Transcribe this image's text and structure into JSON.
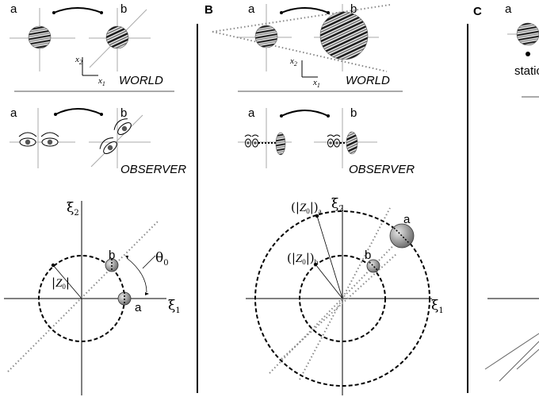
{
  "panels": {
    "A": {
      "label": "",
      "top": {
        "stim_a": "a",
        "stim_b": "b",
        "axis_x1": "x",
        "axis_x1_sub": "1",
        "axis_x2": "x",
        "axis_x2_sub": "2",
        "caption": "WORLD"
      },
      "mid": {
        "stim_a": "a",
        "stim_b": "b",
        "caption": "OBSERVER"
      },
      "plot": {
        "xi1": "ξ",
        "xi1_sub": "1",
        "xi2": "ξ",
        "xi2_sub": "2",
        "pt_a": "a",
        "pt_b": "b",
        "theta": "θ",
        "theta_sub": "0",
        "z_bar": "|",
        "z_letter": "Z",
        "z_sub": "0",
        "z_bar_end": "|"
      }
    },
    "B": {
      "label": "B",
      "top": {
        "stim_a": "a",
        "stim_b": "b",
        "axis_x1": "x",
        "axis_x1_sub": "1",
        "axis_x2": "x",
        "axis_x2_sub": "2",
        "caption": "WORLD"
      },
      "mid": {
        "stim_a": "a",
        "stim_b": "b",
        "caption": "OBSERVER"
      },
      "plot": {
        "xi1": "ξ",
        "xi1_sub": "1",
        "xi2": "ξ",
        "xi2_sub": "2",
        "pt_a": "a",
        "pt_b": "b",
        "za_open": "(|",
        "za_letter": "Z",
        "za_sub": "0",
        "za_close": "|)",
        "za_outer_sub": "a",
        "zb_open": "(|",
        "zb_letter": "Z",
        "zb_sub": "0",
        "zb_close": "|)",
        "zb_outer_sub": "b"
      }
    },
    "C": {
      "label": "C",
      "top": {
        "stim_a": "a",
        "partial_text": "static"
      }
    }
  },
  "colors": {
    "ink": "#000000",
    "grid": "#999999",
    "dotted": "#888888",
    "sphere_light": "#d8d8d8",
    "sphere_dark": "#6e6e6e"
  }
}
